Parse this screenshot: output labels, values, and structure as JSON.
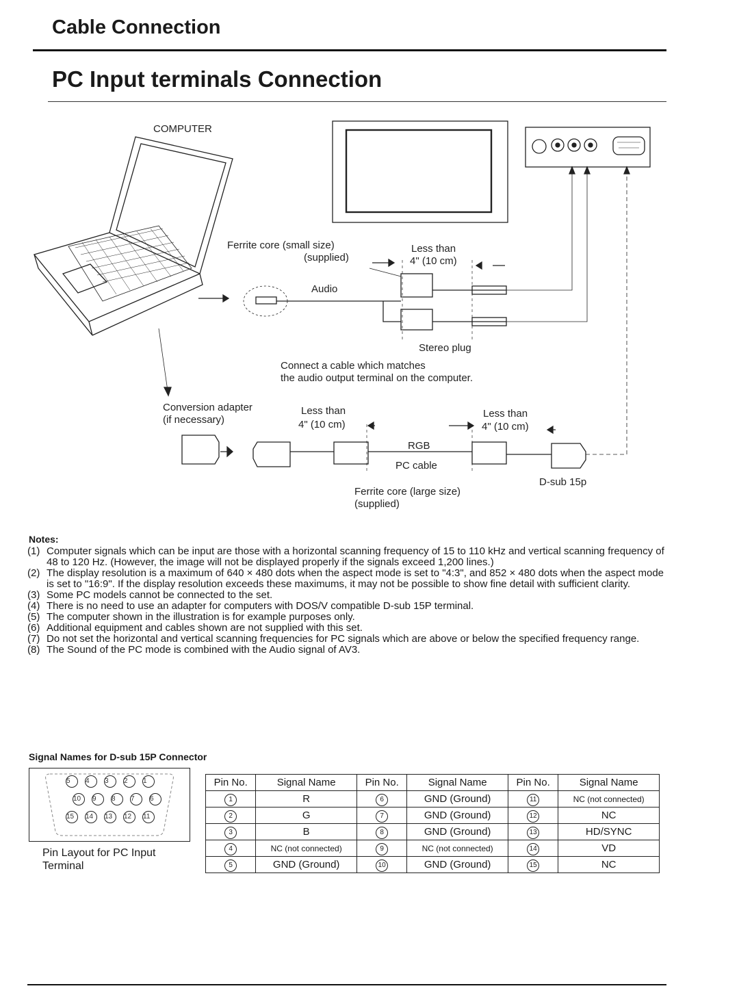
{
  "header": {
    "title": "Cable Connection",
    "subtitle": "PC Input terminals Connection"
  },
  "diagram": {
    "computer": "COMPUTER",
    "ferrite_small_1": "Ferrite core (small size)",
    "ferrite_small_2": "(supplied)",
    "less_than": "Less than",
    "dist_4in": "4\" (10 cm)",
    "audio": "Audio",
    "stereo_plug": "Stereo plug",
    "connect_1": "Connect a cable which matches",
    "connect_2": "the audio output terminal on the computer.",
    "adapter_1": "Conversion adapter",
    "adapter_2": "(if necessary)",
    "rgb": "RGB",
    "pc_cable": "PC cable",
    "dsub": "D-sub 15p",
    "ferrite_large_1": "Ferrite core (large size)",
    "ferrite_large_2": "(supplied)"
  },
  "notes": {
    "title": "Notes:",
    "items": [
      {
        "num": "(1)",
        "text": "Computer signals which can be input are those with a horizontal scanning frequency of 15 to 110 kHz and vertical scanning frequency of 48 to 120 Hz. (However, the image will not be displayed properly if the signals exceed 1,200 lines.)"
      },
      {
        "num": "(2)",
        "text": "The display resolution is a maximum of 640 × 480 dots when the aspect mode is set to \"4:3\", and 852 × 480 dots when the aspect mode is set to \"16:9\". If the display resolution exceeds these maximums, it may not be possible to show fine detail with sufficient clarity."
      },
      {
        "num": "(3)",
        "text": "Some PC models cannot be connected to the set."
      },
      {
        "num": "(4)",
        "text": "There is no need to use an adapter for computers with DOS/V compatible D-sub 15P terminal."
      },
      {
        "num": "(5)",
        "text": "The computer shown in the illustration is for example purposes only."
      },
      {
        "num": "(6)",
        "text": "Additional equipment and cables shown are not supplied with this set."
      },
      {
        "num": "(7)",
        "text": "Do not set the horizontal and vertical scanning frequencies for PC signals which are above or below the specified frequency range."
      },
      {
        "num": "(8)",
        "text": "The Sound of the PC mode is combined with the Audio signal of AV3."
      }
    ]
  },
  "signals": {
    "title": "Signal Names for D-sub 15P Connector",
    "pin_rows": [
      [
        "5",
        "4",
        "3",
        "2",
        "1"
      ],
      [
        "10",
        "9",
        "8",
        "7",
        "6"
      ],
      [
        "15",
        "14",
        "13",
        "12",
        "11"
      ]
    ],
    "pin_layout_label": "Pin Layout for PC Input Terminal",
    "headers": [
      "Pin No.",
      "Signal Name",
      "Pin No.",
      "Signal Name",
      "Pin No.",
      "Signal Name"
    ],
    "rows": [
      [
        "1",
        "R",
        "6",
        "GND (Ground)",
        "11",
        "NC (not connected)"
      ],
      [
        "2",
        "G",
        "7",
        "GND (Ground)",
        "12",
        "NC"
      ],
      [
        "3",
        "B",
        "8",
        "GND (Ground)",
        "13",
        "HD/SYNC"
      ],
      [
        "4",
        "NC (not connected)",
        "9",
        "NC (not connected)",
        "14",
        "VD"
      ],
      [
        "5",
        "GND (Ground)",
        "10",
        "GND (Ground)",
        "15",
        "NC"
      ]
    ]
  }
}
